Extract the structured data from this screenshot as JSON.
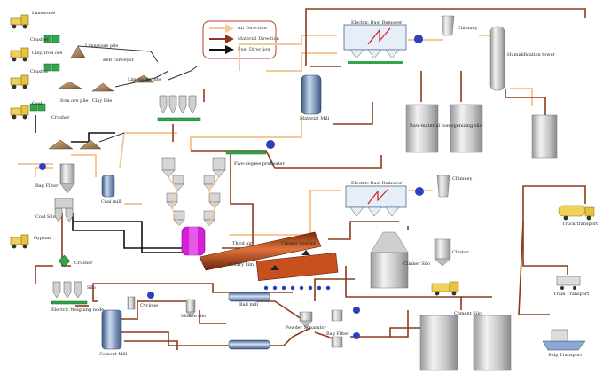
{
  "legend": {
    "air": "Air Direction",
    "material": "Material Direction",
    "fuel": "Fuel Direction"
  },
  "colors": {
    "air": "#f5c89a",
    "material": "#8b3a1a",
    "fuel": "#111111",
    "equipment": "#c9c9c9",
    "fan": "#2e3fbf",
    "crusher": "#2ea84a",
    "flame": "#d81fd8",
    "kiln": "#c8501e",
    "legend_border": "#c0392b"
  },
  "labels": {
    "limestone": "Limestone",
    "crusher_1": "Crusher",
    "clay_iron_ore": "Clay, Iron ore",
    "crusher_2": "Crusher",
    "limestone_pile_top": "Limestone pile",
    "belt_conveyor": "Belt conveyor",
    "iron_ore_pile": "Iron ore pile",
    "clay_pile": "Clay Pile",
    "limestone_pile": "Limestone pile",
    "coal": "Coal",
    "crusher_coal": "Crusher",
    "bag_filter_1": "Bag Filter",
    "coal_mill": "Coal mill",
    "coal_silo": "Coal Silo",
    "gypsum": "Gypsum",
    "crusher_gypsum": "Crusher",
    "silo": "Silo",
    "electric_weighing": "Electric Weighing node",
    "cement_mill": "Cement Mill",
    "cyclone": "Cyclone",
    "middle_silo": "Middle silo",
    "ball_mill": "Ball mill",
    "powder_separator": "Powder Separator",
    "bag_filter_2": "Bag Filter",
    "cement_silo": "Cement Silo",
    "ship_transport": "Ship Transport",
    "train_transport": "Train Transport",
    "truck_transport": "Truck transport",
    "clinker_truck": "Clinker",
    "clinker_silo": "Clinker Silo",
    "clinker_cooling": "Clinker cooling",
    "third_air": "Third air",
    "rotary_kiln": "Rotary kiln",
    "five_degree_preheater": "Five-degree preheater",
    "material_mill": "Material Mill",
    "raw_material_silo": "Raw-material homogenizing silo",
    "electric_dust_remover_1": "Electric Dust Remover",
    "chimney_1": "Chimney",
    "humidification_tower": "Humidification tower",
    "electric_dust_remover_2": "Electric Dust Remover",
    "chimney_2": "Chimney"
  }
}
